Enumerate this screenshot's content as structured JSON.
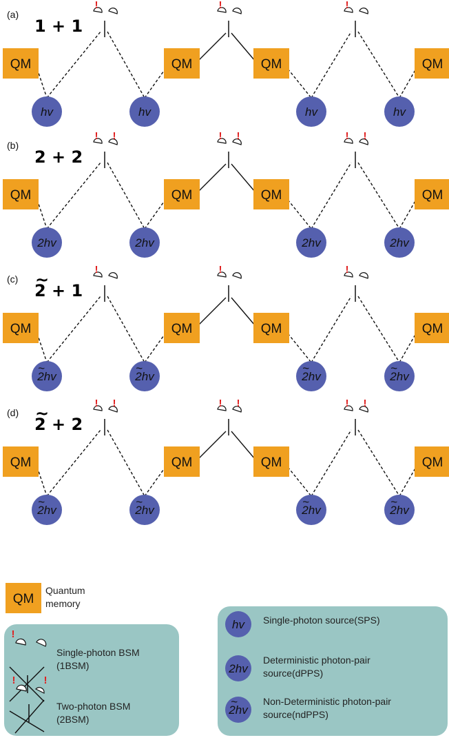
{
  "panels": [
    {
      "label": "(a)",
      "title": "1 + 1",
      "title_tilde": false,
      "source": "hv",
      "source_tilde": false,
      "two_photon": false
    },
    {
      "label": "(b)",
      "title": "2 + 2",
      "title_tilde": false,
      "source": "2hv",
      "source_tilde": false,
      "two_photon": true
    },
    {
      "label": "(c)",
      "title": "2 + 1",
      "title_tilde": true,
      "source": "2hv",
      "source_tilde": true,
      "two_photon": false
    },
    {
      "label": "(d)",
      "title": "2 + 2",
      "title_tilde": true,
      "source": "2hv",
      "source_tilde": true,
      "two_photon": true
    }
  ],
  "qm_label": "QM",
  "click_mark": "!",
  "legend": {
    "qm_text_line1": "Quantum",
    "qm_text_line2": "memory",
    "bsm_single_line1": "Single-photon BSM",
    "bsm_single_line2": "(1BSM)",
    "bsm_two_line1": "Two-photon BSM",
    "bsm_two_line2": "(2BSM)",
    "sps_symbol": "hv",
    "sps_text": "Single-photon source(SPS)",
    "dpps_symbol": "2hv",
    "dpps_line1": "Deterministic photon-pair",
    "dpps_line2": "source(dPPS)",
    "ndpps_symbol": "2hv",
    "ndpps_line1": "Non-Deterministic photon-pair",
    "ndpps_line2": "source(ndPPS)"
  },
  "colors": {
    "qm": "#f0a020",
    "source": "#5560ae",
    "legend_box": "#9ac6c4",
    "click": "#e02020"
  }
}
